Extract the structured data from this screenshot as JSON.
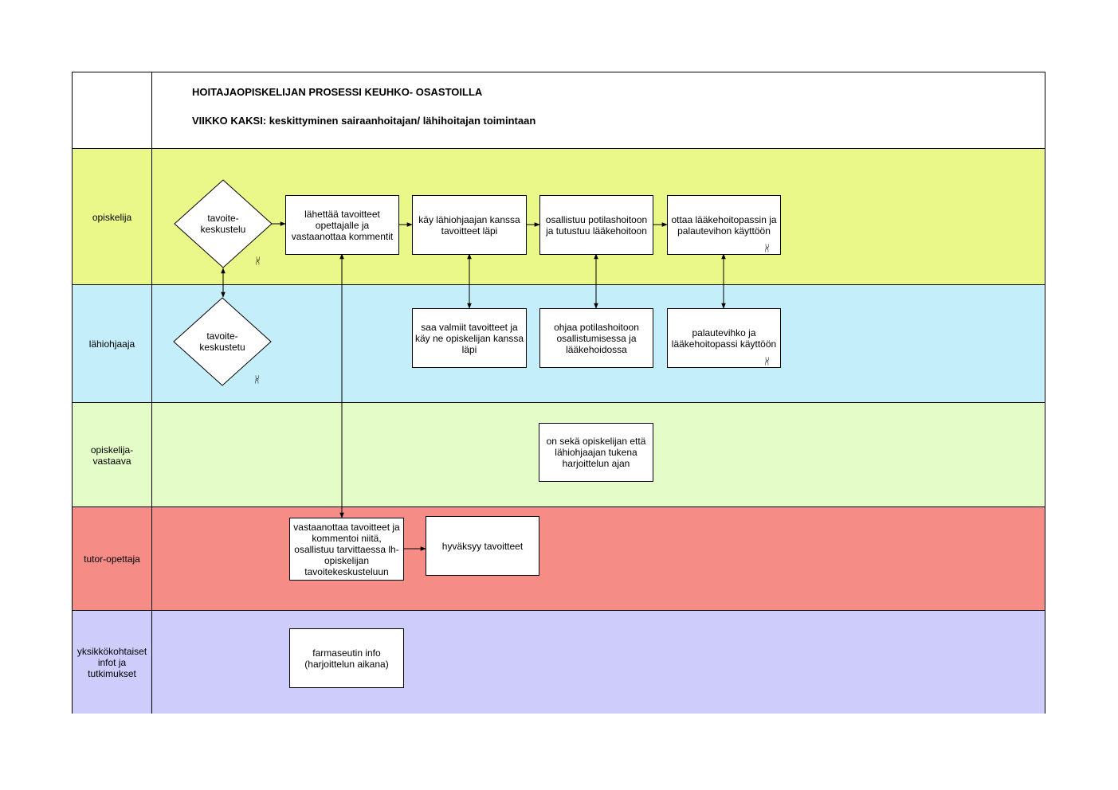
{
  "header": {
    "title": "HOITAJAOPISKELIJAN PROSESSI KEUHKO- OSASTOILLA",
    "subtitle": "VIIKKO KAKSI: keskittyminen sairaanhoitajan/ lähihoitajan toimintaan"
  },
  "lanes": [
    {
      "label": "opiskelija",
      "color": "#EAF88A"
    },
    {
      "label": "lähiohjaaja",
      "color": "#C4EEFA"
    },
    {
      "label": "opiskelija-\nvastaava",
      "color": "#E4FDC8"
    },
    {
      "label": "tutor-opettaja",
      "color": "#F68C86"
    },
    {
      "label": "yksikkökohtaiset\ninfot ja\ntutkimukset",
      "color": "#CDCCFB"
    }
  ],
  "nodes": {
    "d1": "tavoite-\nkeskustelu",
    "d2": "tavoite-\nkeskustetu",
    "b1": "lähettää tavoitteet opettajalle ja vastaanottaa kommentit",
    "b2": "käy lähiohjaajan kanssa tavoitteet läpi",
    "b3": "osallistuu potilashoitoon ja tutustuu lääkehoitoon",
    "b4": "ottaa lääkehoitopassin ja palautevihon käyttöön",
    "b5": "saa valmiit tavoitteet ja käy ne opiskelijan kanssa läpi",
    "b6": "ohjaa potilashoitoon osallistumisessa ja lääkehoidossa",
    "b7": "palautevihko ja lääkehoitopassi käyttöön",
    "b8": "on sekä opiskelijan että lähiohjaajan tukena harjoittelun ajan",
    "b9": "vastaanottaa tavoitteet ja kommentoi niitä, osallistuu tarvittaessa lh-opiskelijan tavoitekeskusteluun",
    "b10": "hyväksyy tavoitteet",
    "b11": "farmaseutin info (harjoittelun aikana)"
  },
  "icons": {
    "link": "⩈"
  }
}
